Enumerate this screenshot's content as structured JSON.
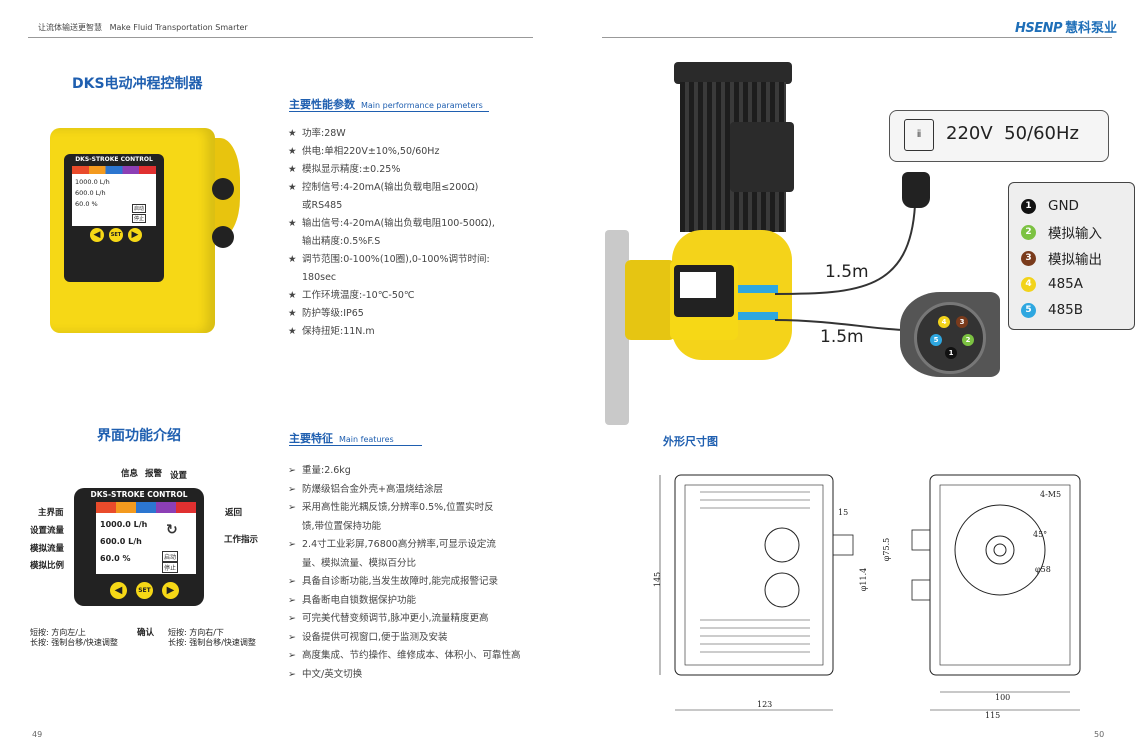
{
  "header": {
    "slogan": "让流体输送更智慧   Make Fluid Transportation Smarter",
    "brand_en": "HSENP",
    "brand_cn": "慧科泵业"
  },
  "pages": {
    "left": "49",
    "right": "50"
  },
  "product": {
    "title": "DKS电动冲程控制器",
    "panel_label": "DKS-STROKE CONTROL",
    "readings": [
      "1000.0 L/h",
      "600.0 L/h",
      "60.0 %"
    ],
    "btn_start": "启动",
    "btn_stop": "停止",
    "btn_set": "SET"
  },
  "performance": {
    "heading_cn": "主要性能参数",
    "heading_en": "Main performance parameters",
    "bullet": "★",
    "items": [
      "功率:28W",
      "供电:单相220V±10%,50/60Hz",
      "模拟显示精度:±0.25%",
      "控制信号:4-20mA(输出负载电阻≤200Ω)",
      "或RS485",
      "输出信号:4-20mA(输出负载电阻100-500Ω),",
      "输出精度:0.5%F.S",
      "调节范围:0-100%(10圈),0-100%调节时间:",
      "180sec",
      "工作环境温度:-10℃-50℃",
      "防护等级:IP65",
      "保持扭矩:11N.m"
    ]
  },
  "interface": {
    "title": "界面功能介绍",
    "labels_top": [
      "信息",
      "报警",
      "设置"
    ],
    "label_home": "主界面",
    "label_back": "返回",
    "label_setflow": "设置流量",
    "label_analogflow": "模拟流量",
    "label_analogratio": "模拟比例",
    "label_workind": "工作指示",
    "screen_readings": [
      "1000.0 L/h",
      "600.0 L/h",
      "60.0 %"
    ],
    "btn_start": "启动",
    "btn_stop": "停止",
    "btn_set": "SET",
    "confirm": "确认",
    "left_short": "短按: 方向左/上",
    "left_long": "长按: 强制台移/快速调整",
    "right_short": "短按: 方向右/下",
    "right_long": "长按: 强制台移/快速调整"
  },
  "features": {
    "heading_cn": "主要特征",
    "heading_en": "Main features",
    "bullet": "➢",
    "items": [
      "重量:2.6kg",
      "防爆级铝合金外壳+高温烧结涂层",
      "采用高性能光耦反馈,分辨率0.5%,位置实时反",
      "馈,带位置保持功能",
      "2.4寸工业彩屏,76800高分辨率,可显示设定流",
      "量、模拟流量、模拟百分比",
      "具备自诊断功能,当发生故障时,能完成报警记录",
      "具备断电自锁数据保护功能",
      "可完美代替变频调节,脉冲更小,流量精度更高",
      "设备提供可视窗口,便于监测及安装",
      "高度集成、节约操作、维修成本、体积小、可靠性高",
      "中文/英文切换"
    ]
  },
  "wiring": {
    "power": "220V  50/60Hz",
    "cable1": "1.5m",
    "cable2": "1.5m",
    "pins": [
      {
        "num": "1",
        "label": "GND",
        "color": "#111111"
      },
      {
        "num": "2",
        "label": "模拟输入",
        "color": "#7cc242"
      },
      {
        "num": "3",
        "label": "模拟输出",
        "color": "#7a3b1c"
      },
      {
        "num": "4",
        "label": "485A",
        "color": "#f2d31b"
      },
      {
        "num": "5",
        "label": "485B",
        "color": "#2ea7e0"
      }
    ]
  },
  "dimension": {
    "title": "外形尺寸图",
    "d145": "145",
    "d15": "15",
    "d75_5": "φ75.5",
    "d11_4": "φ11.4",
    "d123": "123",
    "d100": "100",
    "d115": "115",
    "m5": "4-M5",
    "a45": "45°",
    "d58": "φ58"
  }
}
